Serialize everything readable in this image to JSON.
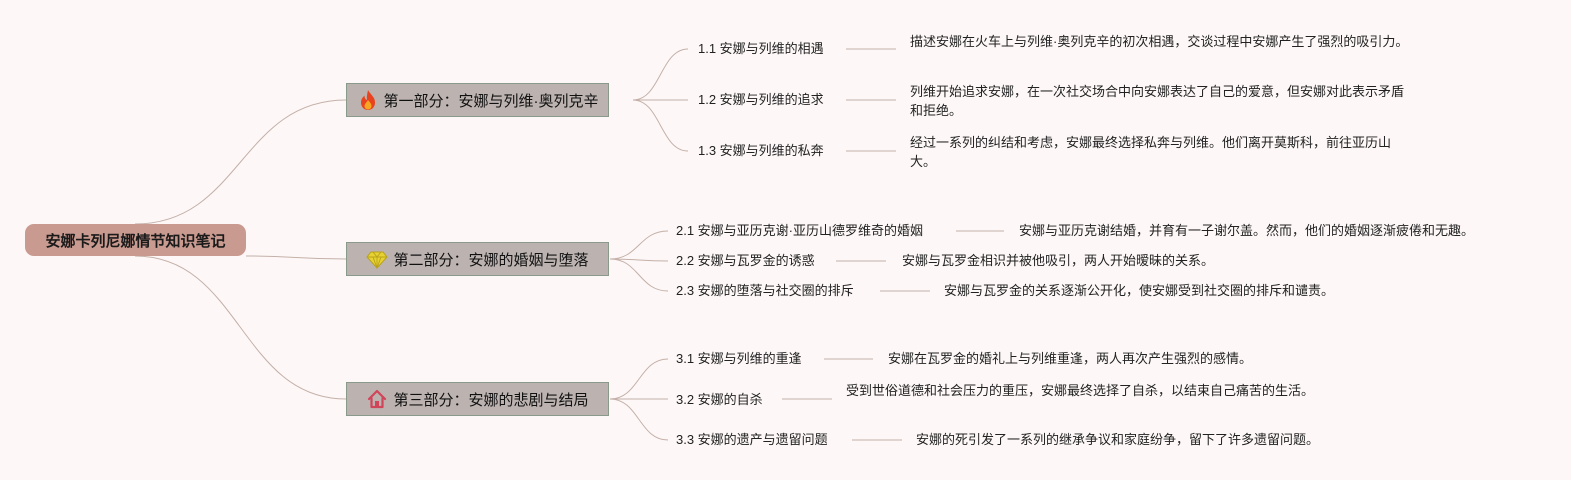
{
  "root": {
    "title": "安娜卡列尼娜情节知识笔记"
  },
  "branches": [
    {
      "title": "第一部分：安娜与列维·奥列克辛",
      "icon": "fire-icon",
      "items": [
        {
          "title": "1.1 安娜与列维的相遇",
          "desc": "描述安娜在火车上与列维·奥列克辛的初次相遇，交谈过程中安娜产生了强烈的吸引力。"
        },
        {
          "title": "1.2 安娜与列维的追求",
          "desc": "列维开始追求安娜，在一次社交场合中向安娜表达了自己的爱意，但安娜对此表示矛盾和拒绝。"
        },
        {
          "title": "1.3 安娜与列维的私奔",
          "desc": "经过一系列的纠结和考虑，安娜最终选择私奔与列维。他们离开莫斯科，前往亚历山大。"
        }
      ]
    },
    {
      "title": "第二部分：安娜的婚姻与堕落",
      "icon": "diamond-icon",
      "items": [
        {
          "title": "2.1 安娜与亚历克谢·亚历山德罗维奇的婚姻",
          "desc": "安娜与亚历克谢结婚，并育有一子谢尔盖。然而，他们的婚姻逐渐疲倦和无趣。"
        },
        {
          "title": "2.2 安娜与瓦罗金的诱惑",
          "desc": "安娜与瓦罗金相识并被他吸引，两人开始暧昧的关系。"
        },
        {
          "title": "2.3 安娜的堕落与社交圈的排斥",
          "desc": "安娜与瓦罗金的关系逐渐公开化，使安娜受到社交圈的排斥和谴责。"
        }
      ]
    },
    {
      "title": "第三部分：安娜的悲剧与结局",
      "icon": "home-icon",
      "items": [
        {
          "title": "3.1 安娜与列维的重逢",
          "desc": "安娜在瓦罗金的婚礼上与列维重逢，两人再次产生强烈的感情。"
        },
        {
          "title": "3.2 安娜的自杀",
          "desc": "受到世俗道德和社会压力的重压，安娜最终选择了自杀，以结束自己痛苦的生活。"
        },
        {
          "title": "3.3 安娜的遗产与遗留问题",
          "desc": "安娜的死引发了一系列的继承争议和家庭纷争，留下了许多遗留问题。"
        }
      ]
    }
  ],
  "colors": {
    "background": "#fdf8f7",
    "root_fill": "#c99a90",
    "branch_fill": "#bcb3b1",
    "branch_border": "#8a9a8a",
    "link": "#c4b0a8",
    "fire": "#e8431e",
    "diamond": "#e6d233",
    "home": "#d0455a"
  }
}
